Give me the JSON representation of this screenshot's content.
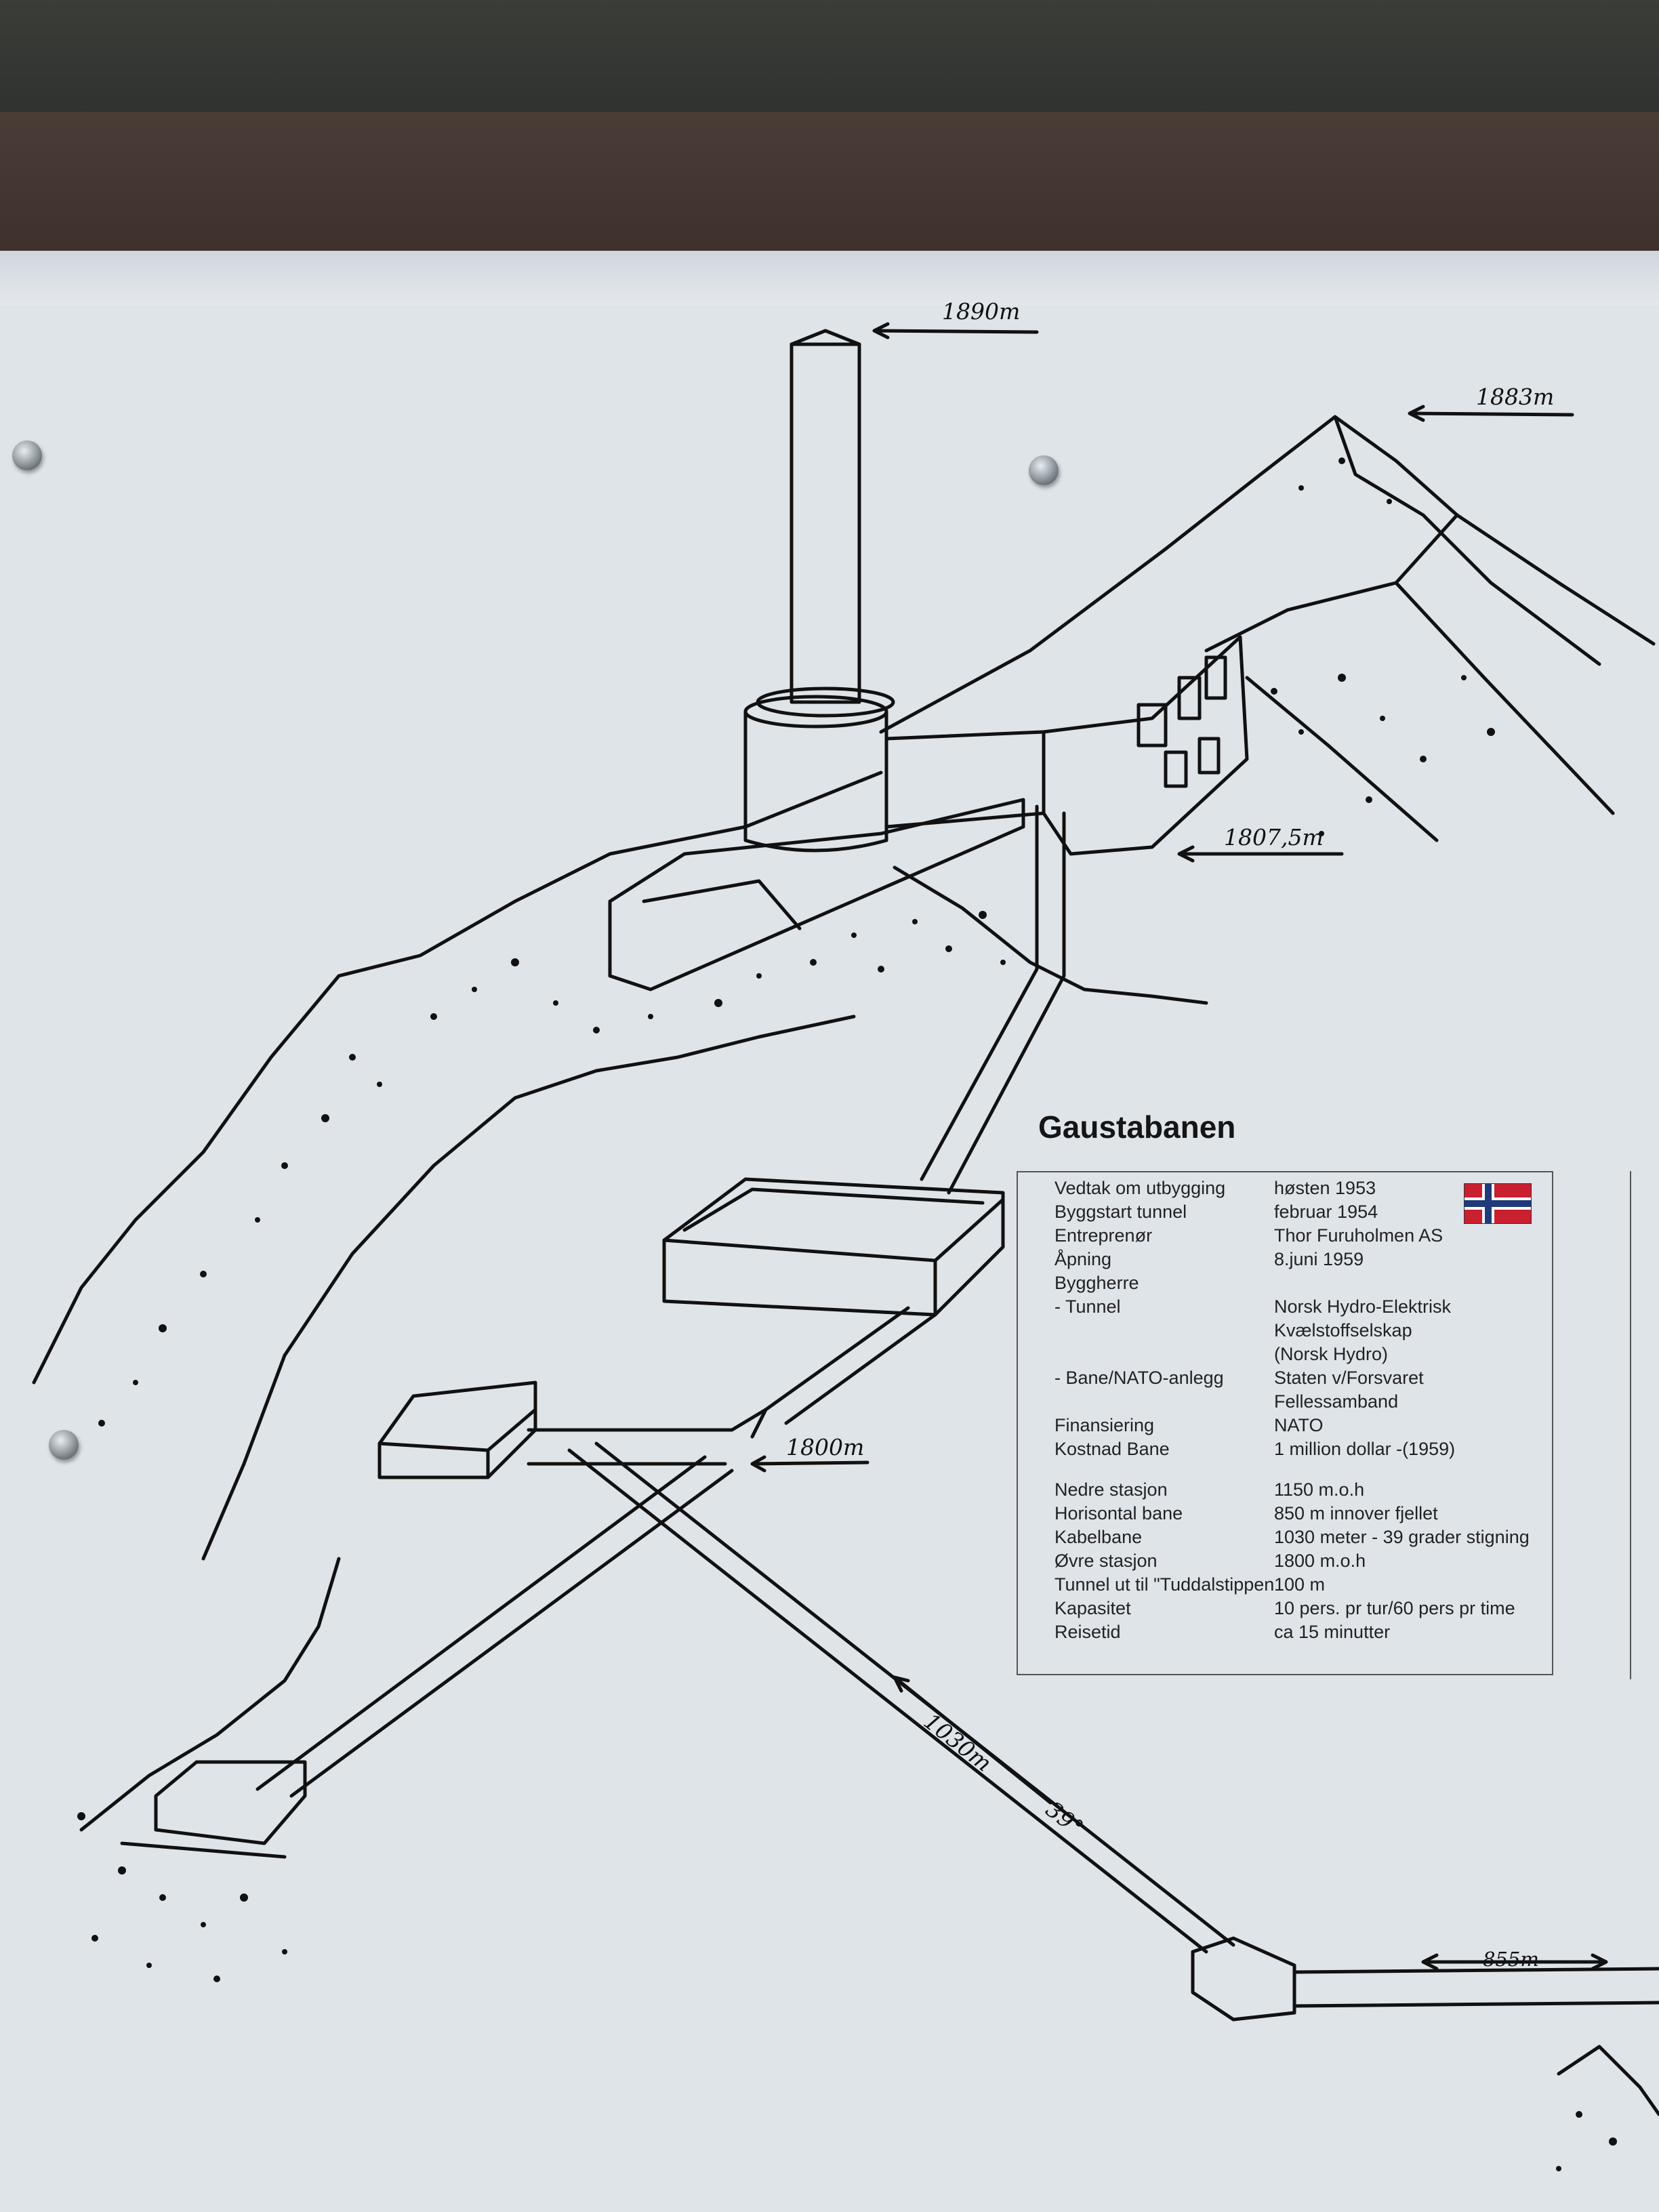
{
  "title": "Gaustabanen",
  "altitudes": {
    "tower_top": "1890m",
    "peak": "1883m",
    "upper_building": "1807,5m",
    "tunnel_junction": "1800m",
    "incline_length": "1030m",
    "incline_angle": "39°",
    "horizontal_length": "855m"
  },
  "info_rows": [
    {
      "label": "Vedtak om utbygging",
      "value": "høsten  1953"
    },
    {
      "label": "Byggstart tunnel",
      "value": "februar  1954"
    },
    {
      "label": "Entreprenør",
      "value": "Thor Furuholmen AS"
    },
    {
      "label": "Åpning",
      "value": "8.juni  1959"
    },
    {
      "label": "Byggherre",
      "value": ""
    },
    {
      "label": " - Tunnel",
      "value": "Norsk Hydro-Elektrisk"
    },
    {
      "label": "",
      "value": "Kvælstoffselskap"
    },
    {
      "label": "",
      "value": "(Norsk Hydro)"
    },
    {
      "label": " - Bane/NATO-anlegg",
      "value": "Staten v/Forsvaret"
    },
    {
      "label": "",
      "value": "Fellessamband"
    },
    {
      "label": "Finansiering",
      "value": "NATO"
    },
    {
      "label": "Kostnad Bane",
      "value": "1 million dollar -(1959)"
    },
    {
      "label": "Nedre stasjon",
      "value": "1150 m.o.h"
    },
    {
      "label": "Horisontal bane",
      "value": "850 m innover fjellet"
    },
    {
      "label": "Kabelbane",
      "value": "1030 meter - 39 grader stigning"
    },
    {
      "label": "Øvre stasjon",
      "value": "1800 m.o.h"
    },
    {
      "label": "Tunnel ut til \"Tuddalstippen",
      "value": "100 m"
    },
    {
      "label": "Kapasitet",
      "value": "10 pers. pr tur/60 pers pr time"
    },
    {
      "label": "Reisetid",
      "value": "ca  15 minutter"
    }
  ],
  "colors": {
    "sign_background": "#dfe4e9",
    "ink": "#111111",
    "frame": "#3e302b",
    "flag_red": "#c8202f",
    "flag_blue": "#1f3b7a"
  },
  "icons": [
    "norway-flag-icon",
    "screw-icon"
  ]
}
